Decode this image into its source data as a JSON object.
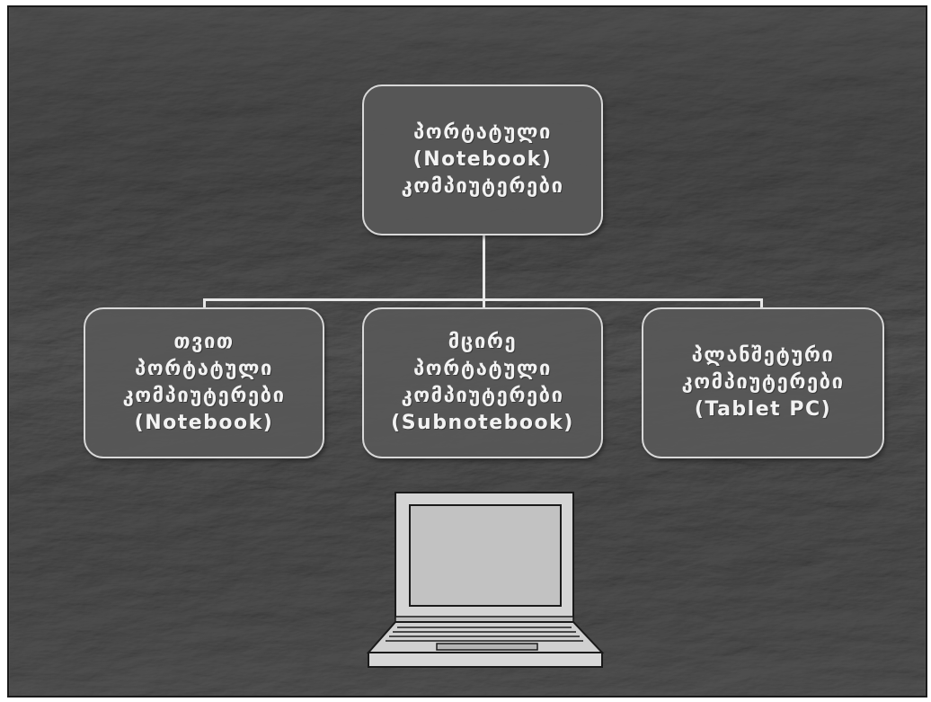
{
  "diagram": {
    "root": {
      "lines": [
        "პორტატული",
        "(Notebook)",
        "კომპიუტერები"
      ]
    },
    "children": [
      {
        "lines": [
          "თვით",
          "პორტატული",
          "კომპიუტერები",
          "(Notebook)"
        ]
      },
      {
        "lines": [
          "მცირე",
          "პორტატული",
          "კომპიუტერები",
          "(Subnotebook)"
        ]
      },
      {
        "lines": [
          "პლანშეტური",
          "კომპიუტერები",
          "(Tablet PC)"
        ]
      }
    ],
    "laptop_icon": "laptop-icon",
    "colors": {
      "background": "#5a5a5a",
      "box_border": "#d8d8d8",
      "text": "#f2f2f2",
      "connector": "#e8e8e8"
    }
  }
}
